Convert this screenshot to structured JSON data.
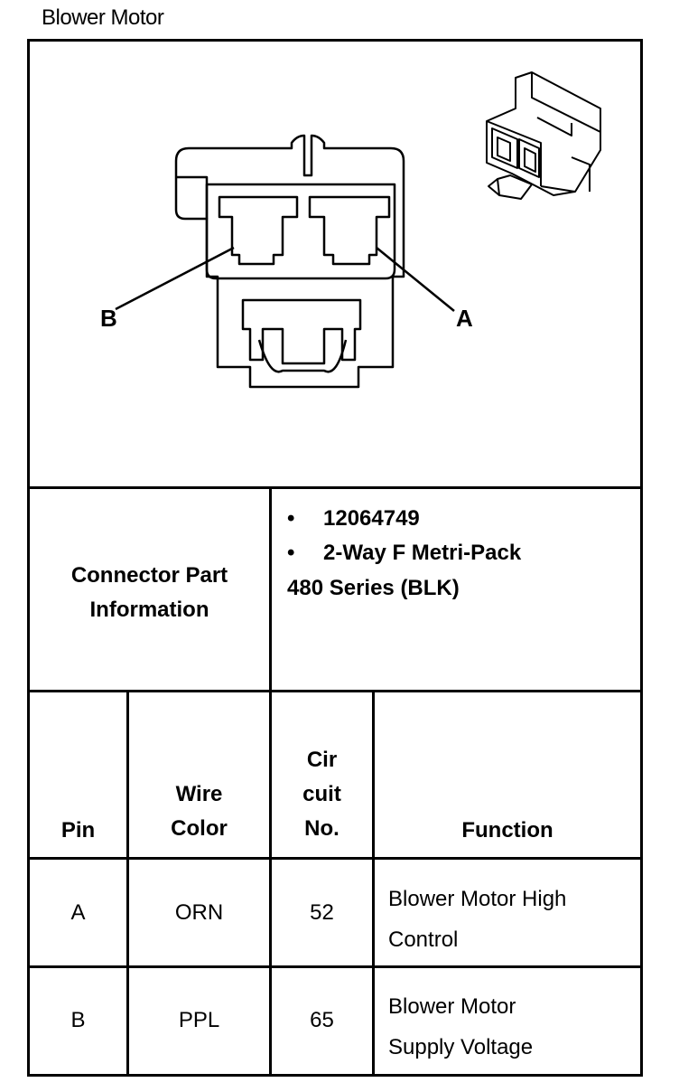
{
  "title": "Blower Motor",
  "diagram": {
    "pin_labels": [
      "B",
      "A"
    ]
  },
  "connector_info": {
    "label_lines": [
      "Connector Part",
      "Information"
    ],
    "bullets": [
      "12064749",
      "2-Way F Metri-Pack"
    ],
    "continuation": "480 Series (BLK)"
  },
  "table": {
    "headers": {
      "pin": [
        "Pin"
      ],
      "wire_color": [
        "Wire",
        "Color"
      ],
      "circuit": [
        "Cir",
        "cuit",
        "No."
      ],
      "function": [
        "Function"
      ]
    },
    "rows": [
      {
        "pin": "A",
        "color": "ORN",
        "circuit": "52",
        "function_lines": [
          "Blower Motor High",
          "Control"
        ]
      },
      {
        "pin": "B",
        "color": "PPL",
        "circuit": "65",
        "function_lines": [
          "Blower Motor",
          "Supply Voltage"
        ]
      }
    ]
  }
}
